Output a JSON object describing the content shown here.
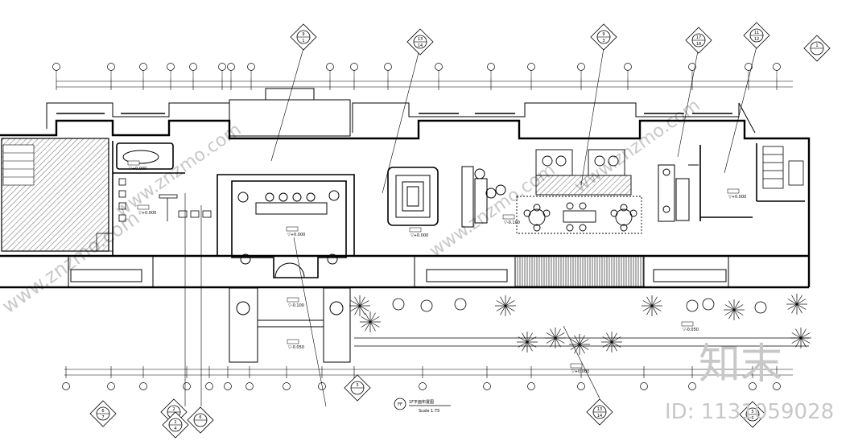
{
  "drawing": {
    "title_code": "FF",
    "title": "1F平面布置图",
    "scale": "Scale 1:75",
    "room_tags": [
      {
        "label": "▽+0.000"
      },
      {
        "label": "▽+0.000"
      },
      {
        "label": "▽+0.000"
      },
      {
        "label": "▽-0.100"
      },
      {
        "label": "▽-0.050"
      },
      {
        "label": "▽+0.000"
      },
      {
        "label": "▽-0.100"
      },
      {
        "label": "▽-0.050"
      },
      {
        "label": "▽+0.000"
      },
      {
        "label": "▽+0.000"
      }
    ],
    "top_callouts": [
      {
        "top": "9",
        "bottom": "1"
      },
      {
        "top": "13",
        "bottom": "14"
      },
      {
        "top": "9",
        "bottom": "3"
      },
      {
        "top": "17",
        "bottom": "18"
      },
      {
        "top": "11",
        "bottom": "12"
      },
      {
        "top": "1",
        "bottom": ""
      }
    ],
    "bottom_callouts": [
      {
        "top": "6",
        "bottom": "7"
      },
      {
        "top": "2",
        "bottom": "3"
      },
      {
        "top": "6",
        "bottom": ""
      },
      {
        "top": "2",
        "bottom": "4"
      },
      {
        "top": "3",
        "bottom": ""
      },
      {
        "top": "13",
        "bottom": "14"
      },
      {
        "top": "5",
        "bottom": "6"
      }
    ]
  },
  "watermarks": {
    "brand": "知末",
    "id_text": "ID: 1131059028",
    "diagonal": "www.znzmo.com"
  }
}
